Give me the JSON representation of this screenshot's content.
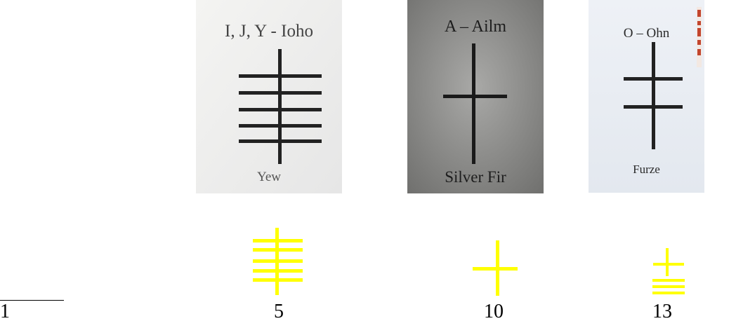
{
  "cards": [
    {
      "title": "I, J, Y - Ioho",
      "caption": "Yew",
      "strokes": 5
    },
    {
      "title": "A – Ailm",
      "caption": "Silver Fir",
      "strokes": 1
    },
    {
      "title": "O – Ohn",
      "caption": "Furze",
      "strokes": 2
    }
  ],
  "numbers": [
    "1",
    "5",
    "10",
    "13"
  ],
  "colors": {
    "glyph": "#ffff00",
    "stroke": "#1a1a1a",
    "card1_bg": "#f1f1f1",
    "card2_bg": "#8c8c8a",
    "card3_bg": "#eef2f6"
  }
}
